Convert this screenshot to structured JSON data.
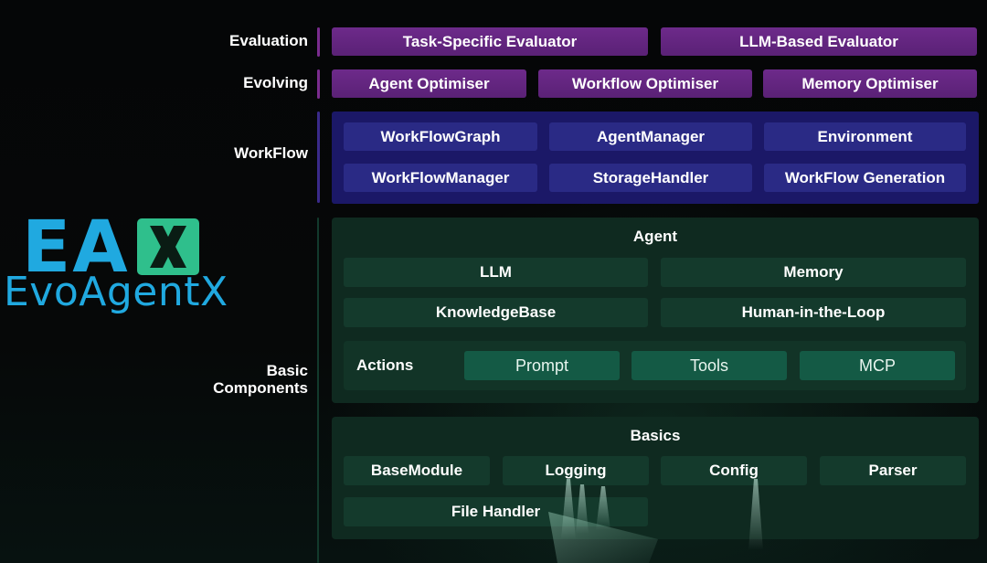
{
  "logo": {
    "monogram": "EA",
    "mark_icon": "x-mark-icon",
    "wordmark": "EvoAgentX",
    "colors": {
      "text": "#20a9e0",
      "mark": "#2fbf8c"
    }
  },
  "rows": {
    "evaluation": {
      "label": "Evaluation",
      "items": [
        "Task-Specific Evaluator",
        "LLM-Based Evaluator"
      ]
    },
    "evolving": {
      "label": "Evolving",
      "items": [
        "Agent Optimiser",
        "Workflow Optimiser",
        "Memory Optimiser"
      ]
    },
    "workflow": {
      "label": "WorkFlow",
      "items": [
        "WorkFlowGraph",
        "AgentManager",
        "Environment",
        "WorkFlowManager",
        "StorageHandler",
        "WorkFlow Generation"
      ]
    },
    "basic_components": {
      "label_line1": "Basic",
      "label_line2": "Components",
      "agent": {
        "title": "Agent",
        "items": [
          "LLM",
          "Memory",
          "KnowledgeBase",
          "Human-in-the-Loop"
        ],
        "actions": {
          "label": "Actions",
          "items": [
            "Prompt",
            "Tools",
            "MCP"
          ]
        }
      },
      "basics": {
        "title": "Basics",
        "items": [
          "BaseModule",
          "Logging",
          "Config",
          "Parser",
          "File Handler"
        ]
      }
    }
  },
  "colors": {
    "purple": "#5a2176",
    "workflow_panel": "#1b1867",
    "workflow_box": "#2a2a85",
    "green_panel": "#0f2a20",
    "green_box": "#143a2c",
    "action_box": "#145a45"
  }
}
